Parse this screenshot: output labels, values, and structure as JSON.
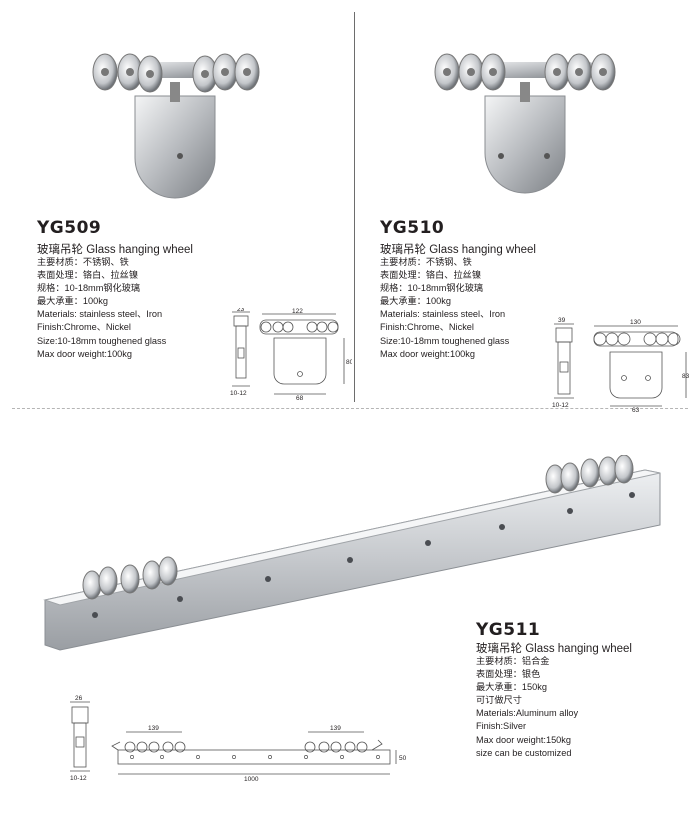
{
  "products": [
    {
      "model": "YG509",
      "subtitle": "玻璃吊轮 Glass hanging wheel",
      "specs": [
        "主要材质：不锈钢、铁",
        "表面处理：铬白、拉丝镍",
        "规格：10-18mm钢化玻璃",
        "最大承重：100kg",
        "Materials: stainless steel、Iron",
        "Finish:Chrome、Nickel",
        "Size:10-18mm toughened glass",
        "Max door weight:100kg"
      ],
      "dims": {
        "side_width": "23",
        "side_gap": "10-12",
        "top_width": "122",
        "height": "80",
        "bottom_width": "68"
      }
    },
    {
      "model": "YG510",
      "subtitle": "玻璃吊轮 Glass hanging wheel",
      "specs": [
        "主要材质：不锈钢、铁",
        "表面处理：铬白、拉丝镍",
        "规格：10-18mm钢化玻璃",
        "最大承重：100kg",
        "Materials: stainless steel、Iron",
        "Finish:Chrome、Nickel",
        "Size:10-18mm toughened glass",
        "Max door weight:100kg"
      ],
      "dims": {
        "side_width": "39",
        "side_gap": "10-12",
        "top_width": "130",
        "height": "83",
        "bottom_width": "63"
      }
    },
    {
      "model": "YG511",
      "subtitle": "玻璃吊轮 Glass hanging wheel",
      "specs": [
        "主要材质：铝合金",
        "表面处理：银色",
        "最大承重：150kg",
        "可订做尺寸",
        "Materials:Aluminum alloy",
        "Finish:Silver",
        "Max door weight:150kg",
        "size can be customized"
      ],
      "dims": {
        "side_width": "26",
        "side_gap": "10-12",
        "wheel_left": "139",
        "wheel_right": "139",
        "length": "1000",
        "height": "50"
      }
    }
  ],
  "colors": {
    "text": "#231f20",
    "line": "#555555",
    "metal": "#c9cbce",
    "metal_dark": "#8f9296"
  }
}
